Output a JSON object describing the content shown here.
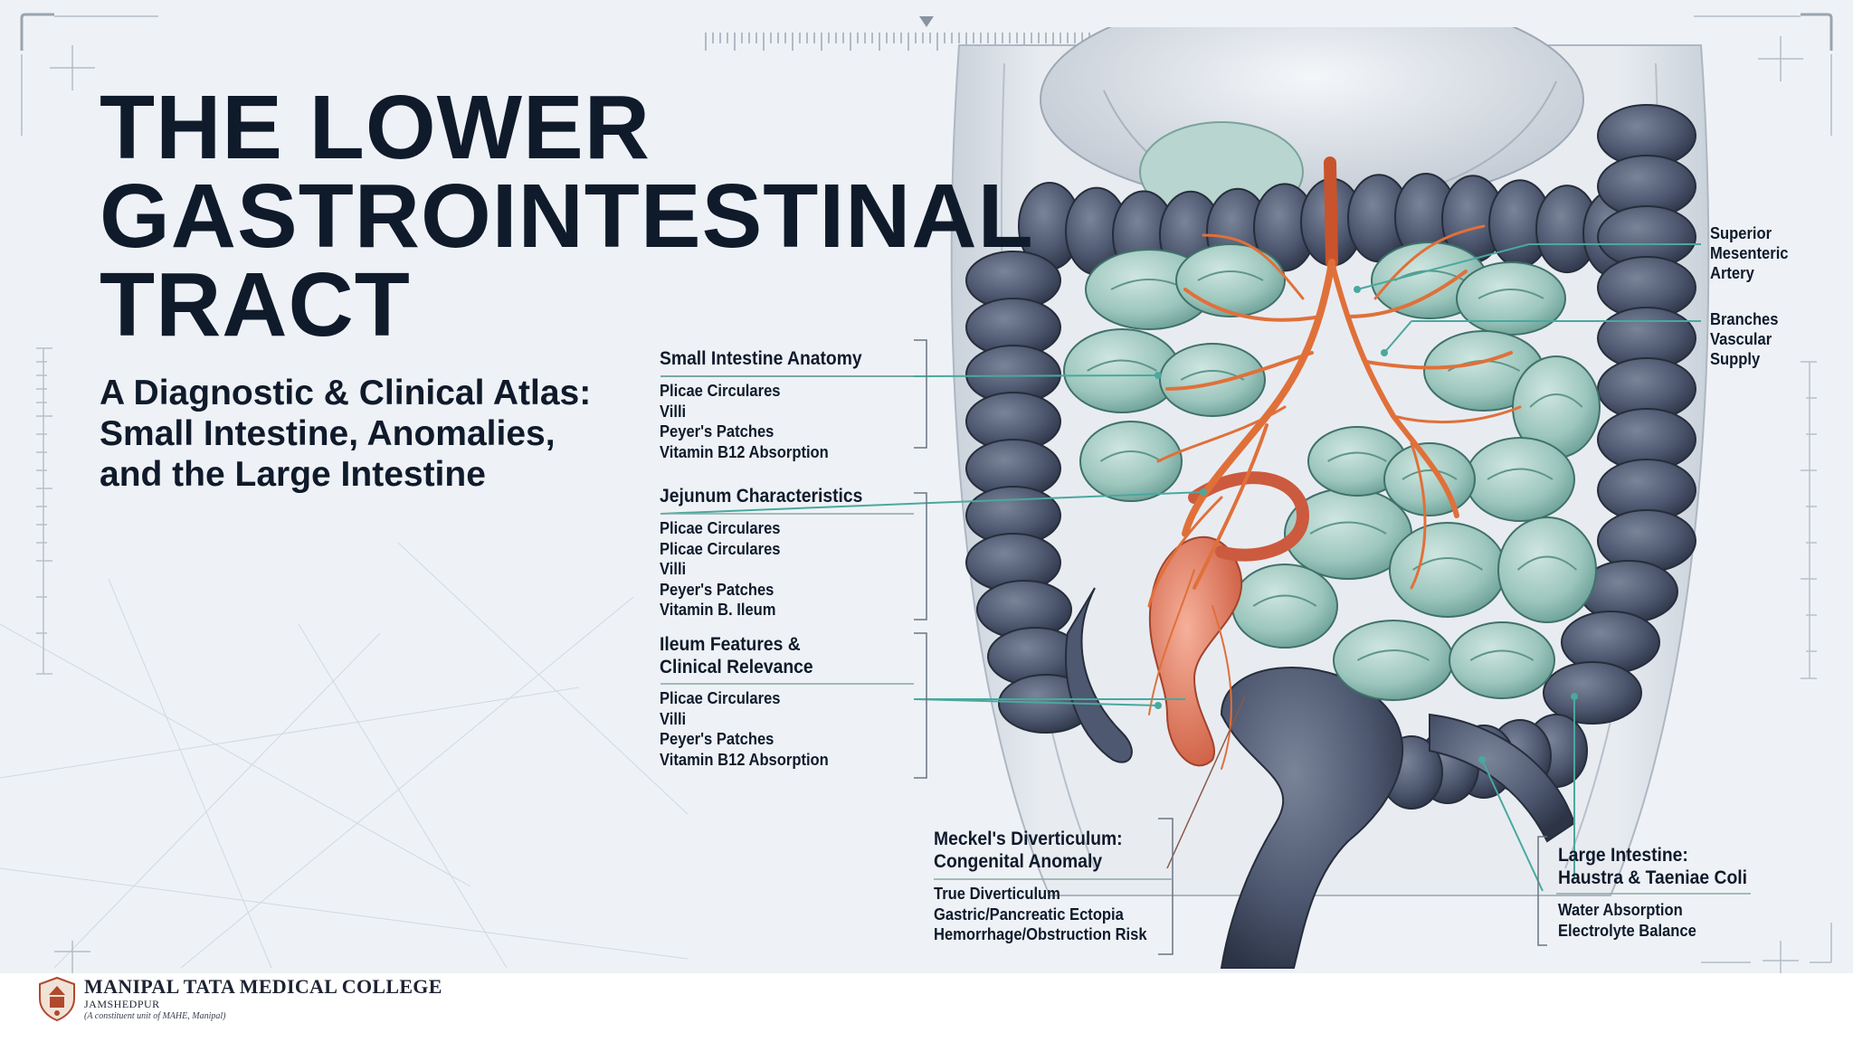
{
  "title_lines": [
    "THE LOWER",
    "GASTROINTESTINAL",
    "TRACT"
  ],
  "subtitle_lines": [
    "A Diagnostic & Clinical Atlas:",
    "Small Intestine, Anomalies,",
    "and the Large Intestine"
  ],
  "labels": {
    "small_intestine": {
      "heading": "Small Intestine Anatomy",
      "items": [
        "Plicae Circulares",
        "Villi",
        "Peyer's Patches",
        "Vitamin B12 Absorption"
      ]
    },
    "jejunum": {
      "heading": "Jejunum Characteristics",
      "items": [
        "Plicae Circulares",
        "Plicae Circulares",
        "Villi",
        "Peyer's Patches",
        "Vitamin B. Ileum"
      ]
    },
    "ileum": {
      "heading_lines": [
        "Ileum Features &",
        "Clinical Relevance"
      ],
      "items": [
        "Plicae Circulares",
        "Villi",
        "Peyer's Patches",
        "Vitamin B12 Absorption"
      ]
    },
    "meckel": {
      "heading_lines": [
        "Meckel's Diverticulum:",
        "Congenital Anomaly"
      ],
      "items": [
        "True Diverticulum",
        "Gastric/Pancreatic Ectopia",
        "Hemorrhage/Obstruction Risk"
      ]
    },
    "large_intestine": {
      "heading_lines": [
        "Large Intestine:",
        "Haustra & Taeniae Coli"
      ],
      "items": [
        "Water Absorption",
        "Electrolyte Balance"
      ]
    },
    "sma": {
      "lines": [
        "Superior",
        "Mesenteric",
        "Artery"
      ]
    },
    "branches": {
      "lines": [
        "Branches",
        "Vascular",
        "Supply"
      ]
    }
  },
  "footer": {
    "college": "MANIPAL TATA MEDICAL COLLEGE",
    "city": "JAMSHEDPUR",
    "note": "(A constituent unit of MAHE, Manipal)"
  },
  "colors": {
    "background": "#eef2f6",
    "text": "#0f1a2b",
    "colon": "#4e5870",
    "small_intestine": "#9cc6bd",
    "vessels": "#e0703a",
    "leader_lines": "#4aa89e"
  },
  "icons": [
    "college-crest-icon",
    "corner-bracket-icon",
    "ruler-scale-icon"
  ]
}
